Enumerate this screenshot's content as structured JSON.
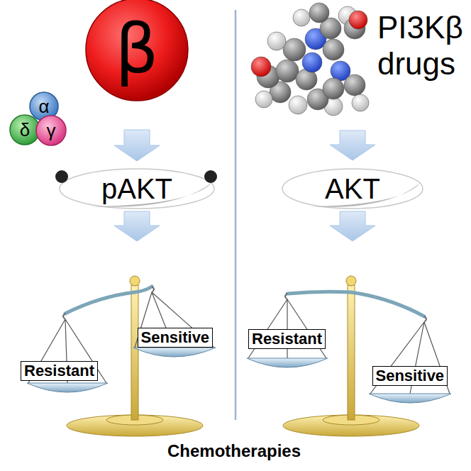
{
  "diagram": {
    "nodes": [
      {
        "text": [
          "β"
        ]
      },
      {
        "text": [
          "α"
        ]
      },
      {
        "text": [
          "δ"
        ]
      },
      {
        "text": [
          "γ"
        ]
      },
      {
        "text": [
          "pAKT"
        ]
      },
      {
        "text": [
          "AKT"
        ]
      },
      {
        "text": [
          "Sensitive"
        ]
      },
      {
        "text": [
          "Resistant"
        ]
      },
      {
        "text": [
          "Resistant"
        ]
      },
      {
        "text": [
          "Sensitive"
        ]
      }
    ],
    "edges": [
      {
        "from": 0,
        "to": 4,
        "arrow": "to"
      }
    ],
    "labels": [
      "PI3Kβ drugs",
      "Chemotherapies"
    ]
  }
}
